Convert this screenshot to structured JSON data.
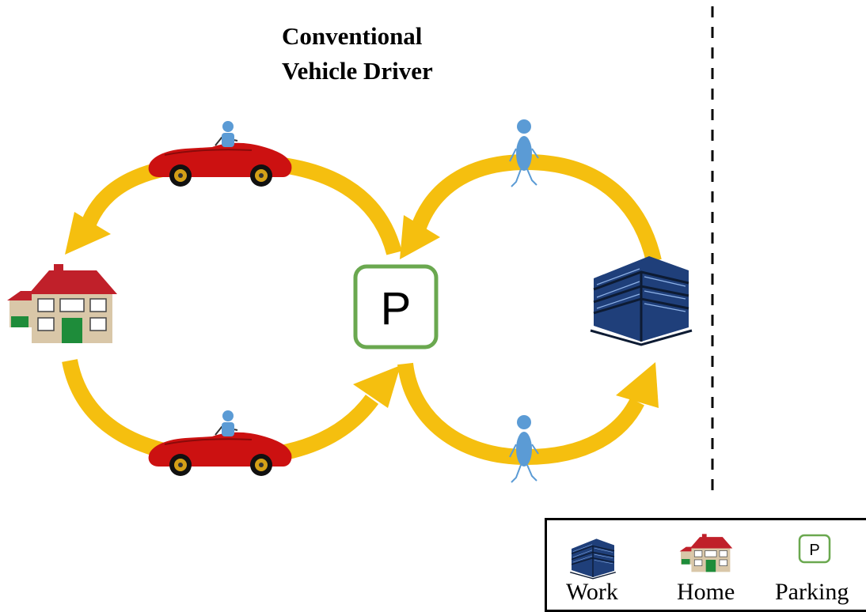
{
  "title": {
    "line1": "Conventional",
    "line2": "Vehicle Driver"
  },
  "parking_sign": {
    "letter": "P",
    "border_color": "#6aa84f"
  },
  "colors": {
    "arrow": "#f5bf0f",
    "car_body": "#cc1111",
    "person": "#5b9bd5",
    "building": "#1f3f7a",
    "house_wall": "#d9c7a8",
    "house_roof": "#c0202a",
    "house_door": "#1e8c3a"
  },
  "icons": {
    "home": "house-icon",
    "work": "office-building-icon",
    "parking": "parking-sign-icon",
    "car": "convertible-car-icon",
    "walker": "walking-person-icon"
  },
  "legend": {
    "work": "Work",
    "home": "Home",
    "parking": "Parking"
  }
}
